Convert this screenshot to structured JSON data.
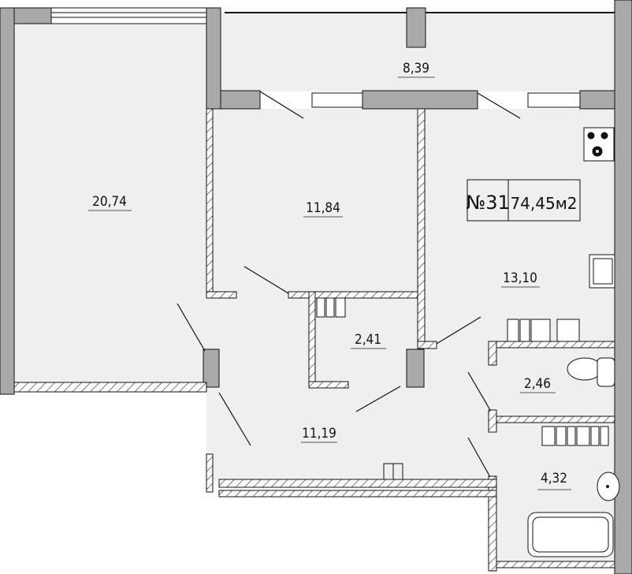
{
  "apartment": {
    "number": "№31",
    "total_area": "74,45м2"
  },
  "rooms": [
    {
      "name": "room-large",
      "area": "20,74"
    },
    {
      "name": "balcony",
      "area": "8,39"
    },
    {
      "name": "bedroom",
      "area": "11,84"
    },
    {
      "name": "kitchen",
      "area": "13,10"
    },
    {
      "name": "closet",
      "area": "2,41"
    },
    {
      "name": "toilet",
      "area": "2,46"
    },
    {
      "name": "hallway",
      "area": "11,19"
    },
    {
      "name": "bathroom",
      "area": "4,32"
    }
  ],
  "colors": {
    "floor": "#efefef",
    "wall": "#a9a9a9",
    "line": "#111111"
  }
}
